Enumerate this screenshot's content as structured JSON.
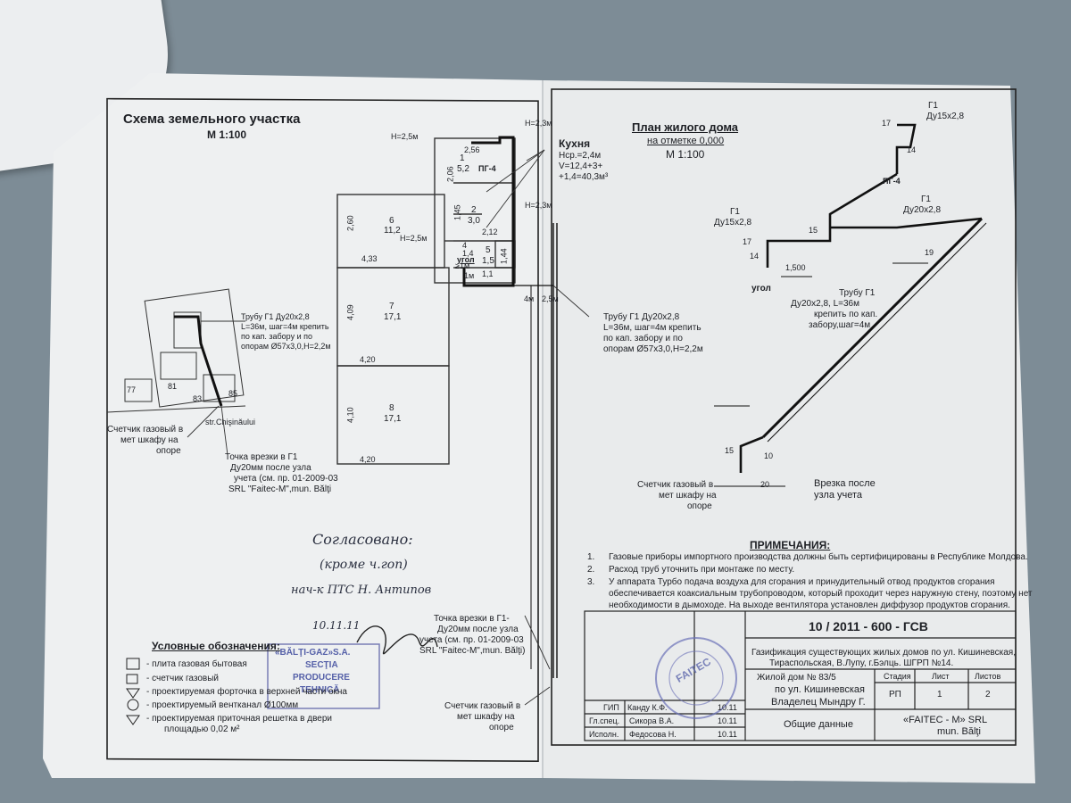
{
  "left_sheet": {
    "title": "Схема земельного участка",
    "scale": "М 1:100",
    "rooms": [
      {
        "num": "1",
        "area": "5,2"
      },
      {
        "num": "2",
        "area": "3,0"
      },
      {
        "num": "5",
        "area": "1,5"
      },
      {
        "num": "6",
        "area": "11,2"
      },
      {
        "num": "7",
        "area": "17,1"
      },
      {
        "num": "8",
        "area": "17,1"
      }
    ],
    "dims": {
      "h_top": "H=2,5м",
      "h_right_top": "H=2,3м",
      "h_right_mid": "H=2,3м",
      "h_inner": "H=2,5м",
      "d256": "2,56",
      "d206": "2,06",
      "d145": "1,45",
      "d212": "2,12",
      "d260": "2,60",
      "d433": "4,33",
      "d409": "4,09",
      "d420a": "4,20",
      "d410": "4,10",
      "d420b": "4,20",
      "d14": "1,4",
      "d11": "1,1",
      "d144": "1,44",
      "d4": "4",
      "d1m": "≥1м",
      "d1m2": "1м",
      "d4m": "4м",
      "d25m": "2,5м"
    },
    "pg4": "ПГ-4",
    "ugol": "угол",
    "kitchen": {
      "title": "Кухня",
      "l1": "Нср.=2,4м",
      "l2": "V=12,4+3+",
      "l3": "+1,4=40,3м³"
    },
    "pipe_mid": [
      "Трубу Г1 Ду20х2,8",
      "L=36м, шаг=4м крепить",
      "по кап. забору и по",
      "опорам Ø57х3,0,Н=2,2м"
    ],
    "pipe_small": [
      "Трубу Г1 Ду20х2,8",
      "L=36м, шаг=4м крепить",
      "по кап. забору и по",
      "опорам Ø57х3,0,Н=2,2м"
    ],
    "site": {
      "street": "str.Chişinăului",
      "n77": "77",
      "n81": "81",
      "n83": "83",
      "n85": "85"
    },
    "meter_left": [
      "Счетчик газовый в",
      "мет шкафу на",
      "опоре"
    ],
    "tap_left": [
      "Точка врезки в Г1",
      "Ду20мм после узла",
      "учета (см. пр. 01-2009-03",
      "SRL \"Faitec-M\",mun. Bălţi"
    ],
    "handwritten": [
      "Согласовано:",
      "(кроме ч.гоп)",
      "нач-к  ПТС  Н. Антипов",
      "10.11.11"
    ],
    "stamp": [
      "«BĂLŢI-GAZ»S.A.",
      "SECŢIA",
      "PRODUCERE",
      "TEHNICĂ"
    ],
    "legend": {
      "title": "Условные обозначения:",
      "items": [
        "- плита газовая бытовая",
        "- счетчик газовый",
        "- проектируемая форточка в верхней части окна",
        "- проектируемый вентканал Ø100мм",
        "- проектируемая приточная решетка в двери",
        "площадью 0,02 м²"
      ]
    },
    "tap_bottom": [
      "Точка врезки в Г1-",
      "Ду20мм после узла",
      "учета (см. пр. 01-2009-03",
      "SRL \"Faitec-M\",mun. Bălţi)"
    ],
    "meter_bottom": [
      "Счетчик газовый в",
      "мет шкафу на",
      "опоре"
    ]
  },
  "right_sheet": {
    "title": "План жилого дома",
    "subtitle": "на отметке 0,000",
    "scale": "М 1:100",
    "iso": {
      "g1_top": "Г1",
      "du15_top": "Ду15х2,8",
      "n17a": "17",
      "n14a": "14",
      "pg4": "ПГ-4",
      "g1_left": "Г1",
      "du15_left": "Ду15х2,8",
      "g1_right": "Г1",
      "du20": "Ду20х2,8",
      "n15a": "15",
      "n17b": "17",
      "n14b": "14",
      "n19": "19",
      "d1500": "1,500",
      "ugol": "угол",
      "n15b": "15",
      "n10": "10",
      "n20": "20"
    },
    "pipe_right": [
      "Трубу Г1",
      "Ду20х2,8, L=36м",
      "крепить по кап.",
      "забору,шаг=4м"
    ],
    "meter": [
      "Счетчик газовый в",
      "мет шкафу на",
      "опоре"
    ],
    "tap": [
      "Врезка  после",
      "узла учета"
    ],
    "notes": {
      "title": "ПРИМЕЧАНИЯ:",
      "items": [
        "Газовые приборы импортного производства должны быть сертифицированы в Республике Молдова.",
        "Расход труб уточнить при монтаже по месту.",
        "У аппарата      Турбо        подача воздуха для сгорания и принудительный отвод продуктов сгорания",
        "обеспечивается коаксиальным трубопроводом, который проходит через наружную стену, поэтому нет",
        "необходимости в дымоходе. На выходе вентилятора установлен диффузор продуктов сгорания."
      ],
      "nums": [
        "1.",
        "2.",
        "3."
      ]
    },
    "title_block": {
      "code": "10 / 2011 - 600 - ГСВ",
      "desc1": "Газификация существующих жилых домов по ул. Кишиневская,",
      "desc2": "Тираспольская,  В.Лупу, г.Бэлць.    ШГРП №14.",
      "house": "Жилой дом № 83/5",
      "street": "по ул. Кишиневская",
      "owner": "Владелец   Мындру Г.",
      "general": "Общие данные",
      "firm1": "«FAITEC - M» SRL",
      "firm2": "mun. Bălţi",
      "stage_h": "Стадия",
      "sheet_h": "Лист",
      "sheets_h": "Листов",
      "stage": "РП",
      "sheet": "1",
      "sheets": "2",
      "people": [
        {
          "role": "ГИП",
          "name": "Канду К.Ф.",
          "date": "10.11"
        },
        {
          "role": "Гл.спец.",
          "name": "Сикора В.А.",
          "date": "10.11"
        },
        {
          "role": "Исполн.",
          "name": "Федосова Н.",
          "date": "10.11"
        }
      ],
      "stamp_text": "FAITEC"
    }
  }
}
